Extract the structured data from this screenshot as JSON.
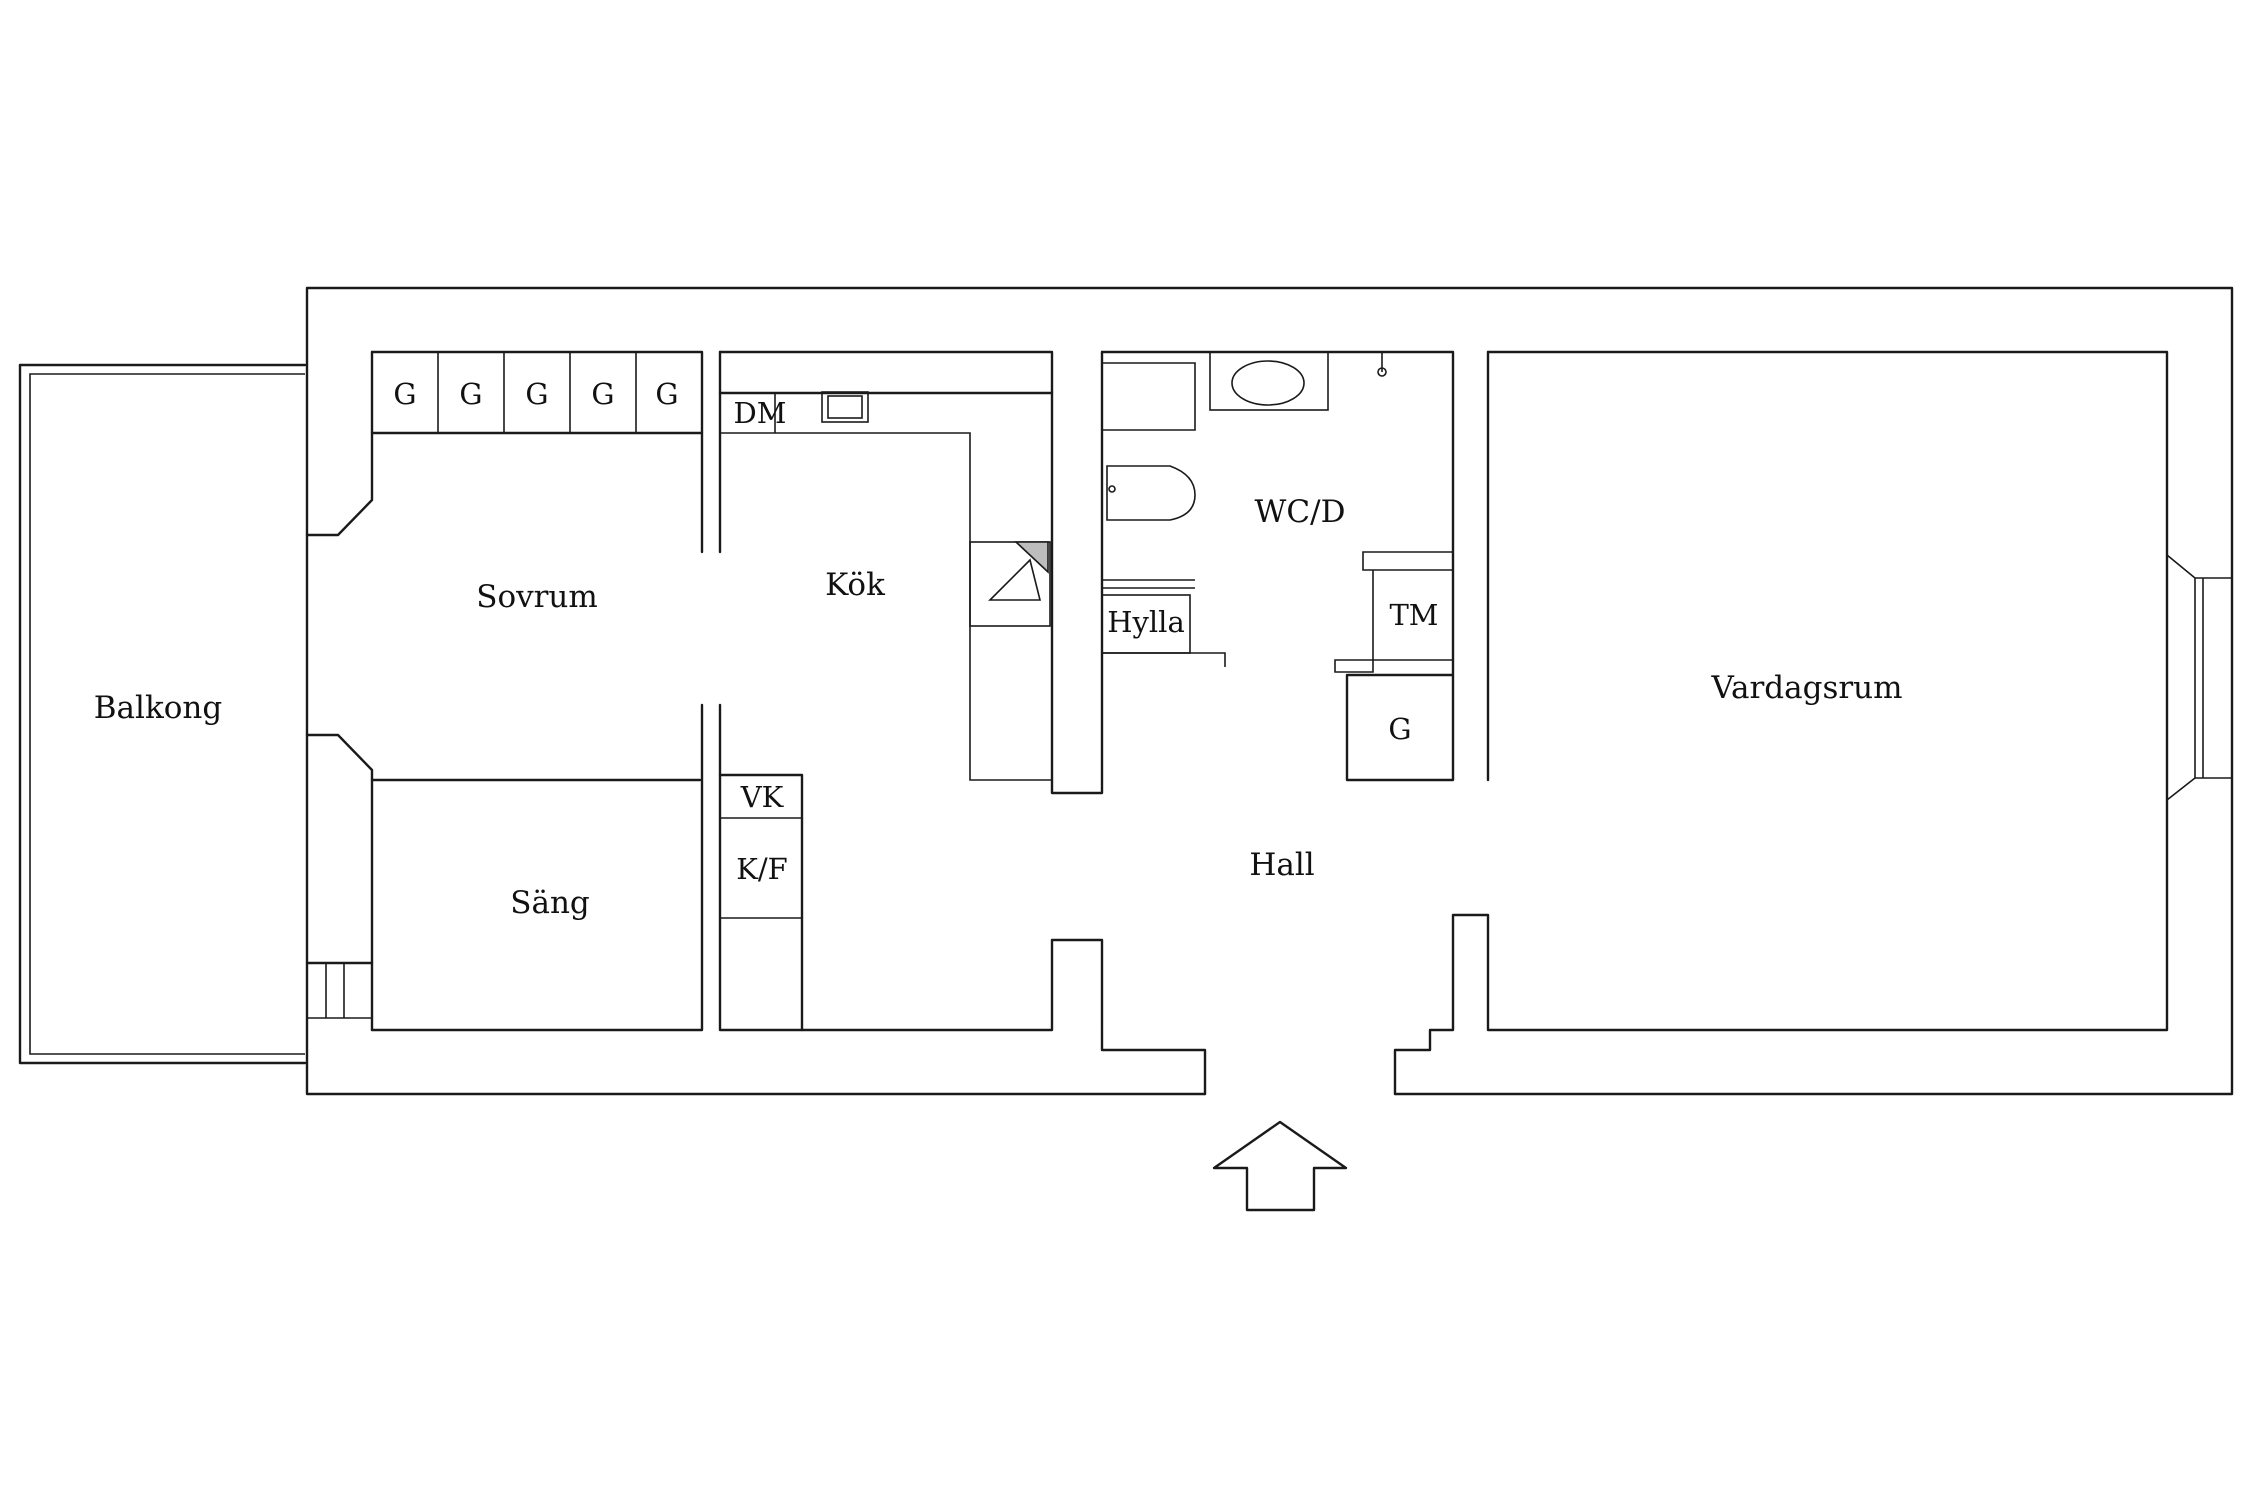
{
  "rooms": {
    "balkong": "Balkong",
    "sovrum": "Sovrum",
    "sang": "Säng",
    "kok": "Kök",
    "wc": "WC/D",
    "hall": "Hall",
    "vardagsrum": "Vardagsrum"
  },
  "fixtures": {
    "wardrobes": [
      "G",
      "G",
      "G",
      "G",
      "G"
    ],
    "dishwasher": "DM",
    "freezer": "VK",
    "fridge_freezer": "K/F",
    "shelf": "Hylla",
    "washer": "TM",
    "wc_wardrobe": "G"
  },
  "entrance_icon": "entrance-arrow-icon"
}
